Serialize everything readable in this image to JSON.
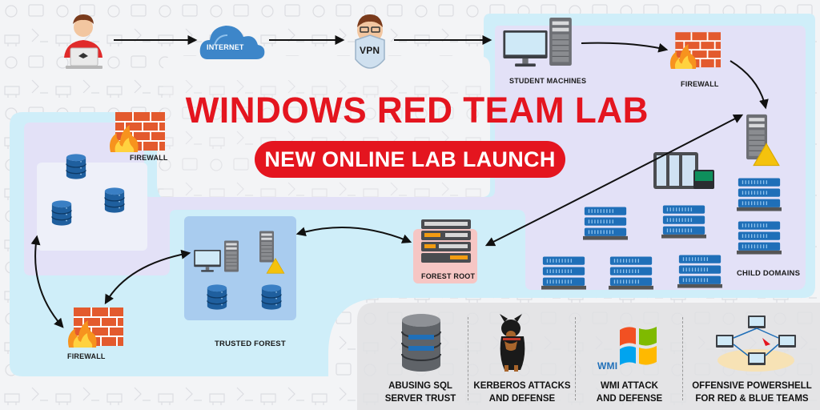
{
  "title": "WINDOWS RED TEAM LAB",
  "subtitle": "NEW ONLINE LAB LAUNCH",
  "nodes": {
    "internet": "INTERNET",
    "vpn": "VPN",
    "student_machines": "STUDENT MACHINES",
    "firewall_top": "FIREWALL",
    "firewall_left": "FIREWALL",
    "firewall_bottom": "FIREWALL",
    "forest_root": "FOREST ROOT",
    "trusted_forest": "TRUSTED FOREST",
    "child_domains": "CHILD DOMAINS",
    "wmi_logo": "WMI"
  },
  "courses": [
    {
      "line1": "ABUSING SQL",
      "line2": "SERVER TRUST",
      "icon": "database-icon"
    },
    {
      "line1": "KERBEROS ATTACKS",
      "line2": "AND DEFENSE",
      "icon": "dog-icon"
    },
    {
      "line1": "WMI ATTACK",
      "line2": "AND DEFENSE",
      "icon": "windows-logo-icon"
    },
    {
      "line1": "OFFENSIVE POWERSHELL",
      "line2": "FOR RED & BLUE TEAMS",
      "icon": "network-icon"
    }
  ],
  "colors": {
    "brand_red": "#e4151f",
    "lab_zone_blue": "#d4effa",
    "lab_zone_lavender": "#e4e2f7",
    "server_blue": "#1f6fb8",
    "firewall_red": "#e33b2e"
  }
}
